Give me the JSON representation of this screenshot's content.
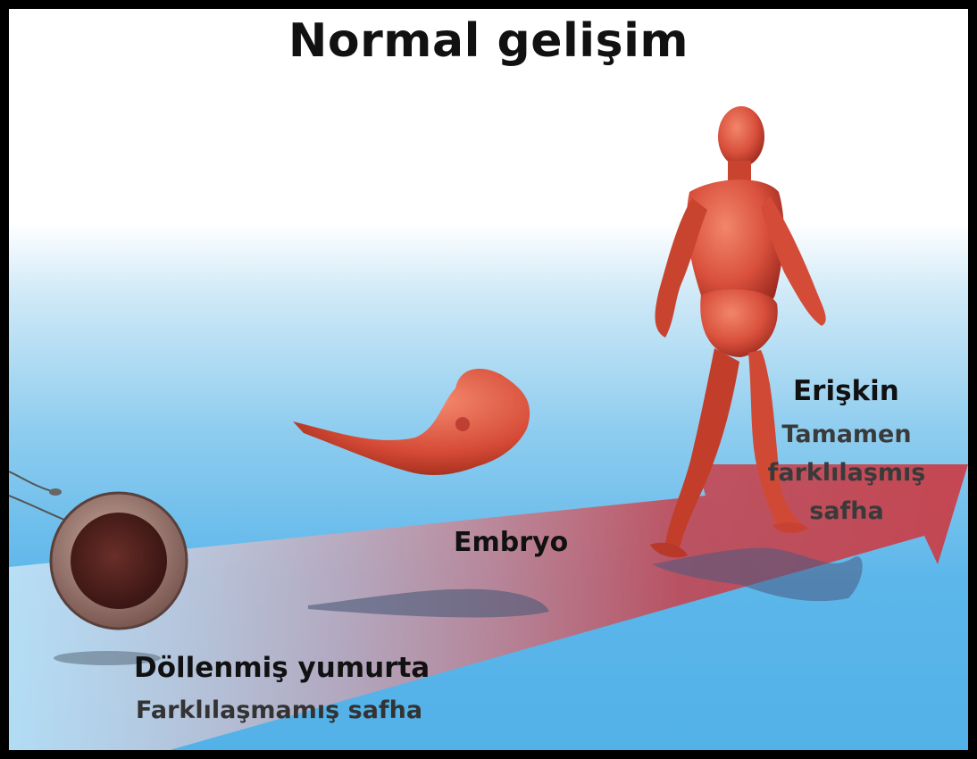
{
  "title": "Normal gelişim",
  "stages": [
    {
      "name": "Döllenmiş yumurta",
      "description": "Farklılaşmamış safha"
    },
    {
      "name": "Embryo",
      "description": ""
    },
    {
      "name": "Erişkin",
      "description_lines": [
        "Tamamen",
        "farklılaşmış",
        "safha"
      ]
    }
  ],
  "colors": {
    "arrow": "#c8404a",
    "figure": "#d9503c",
    "sky_bottom": "#52b1e8",
    "border": "#000000"
  }
}
